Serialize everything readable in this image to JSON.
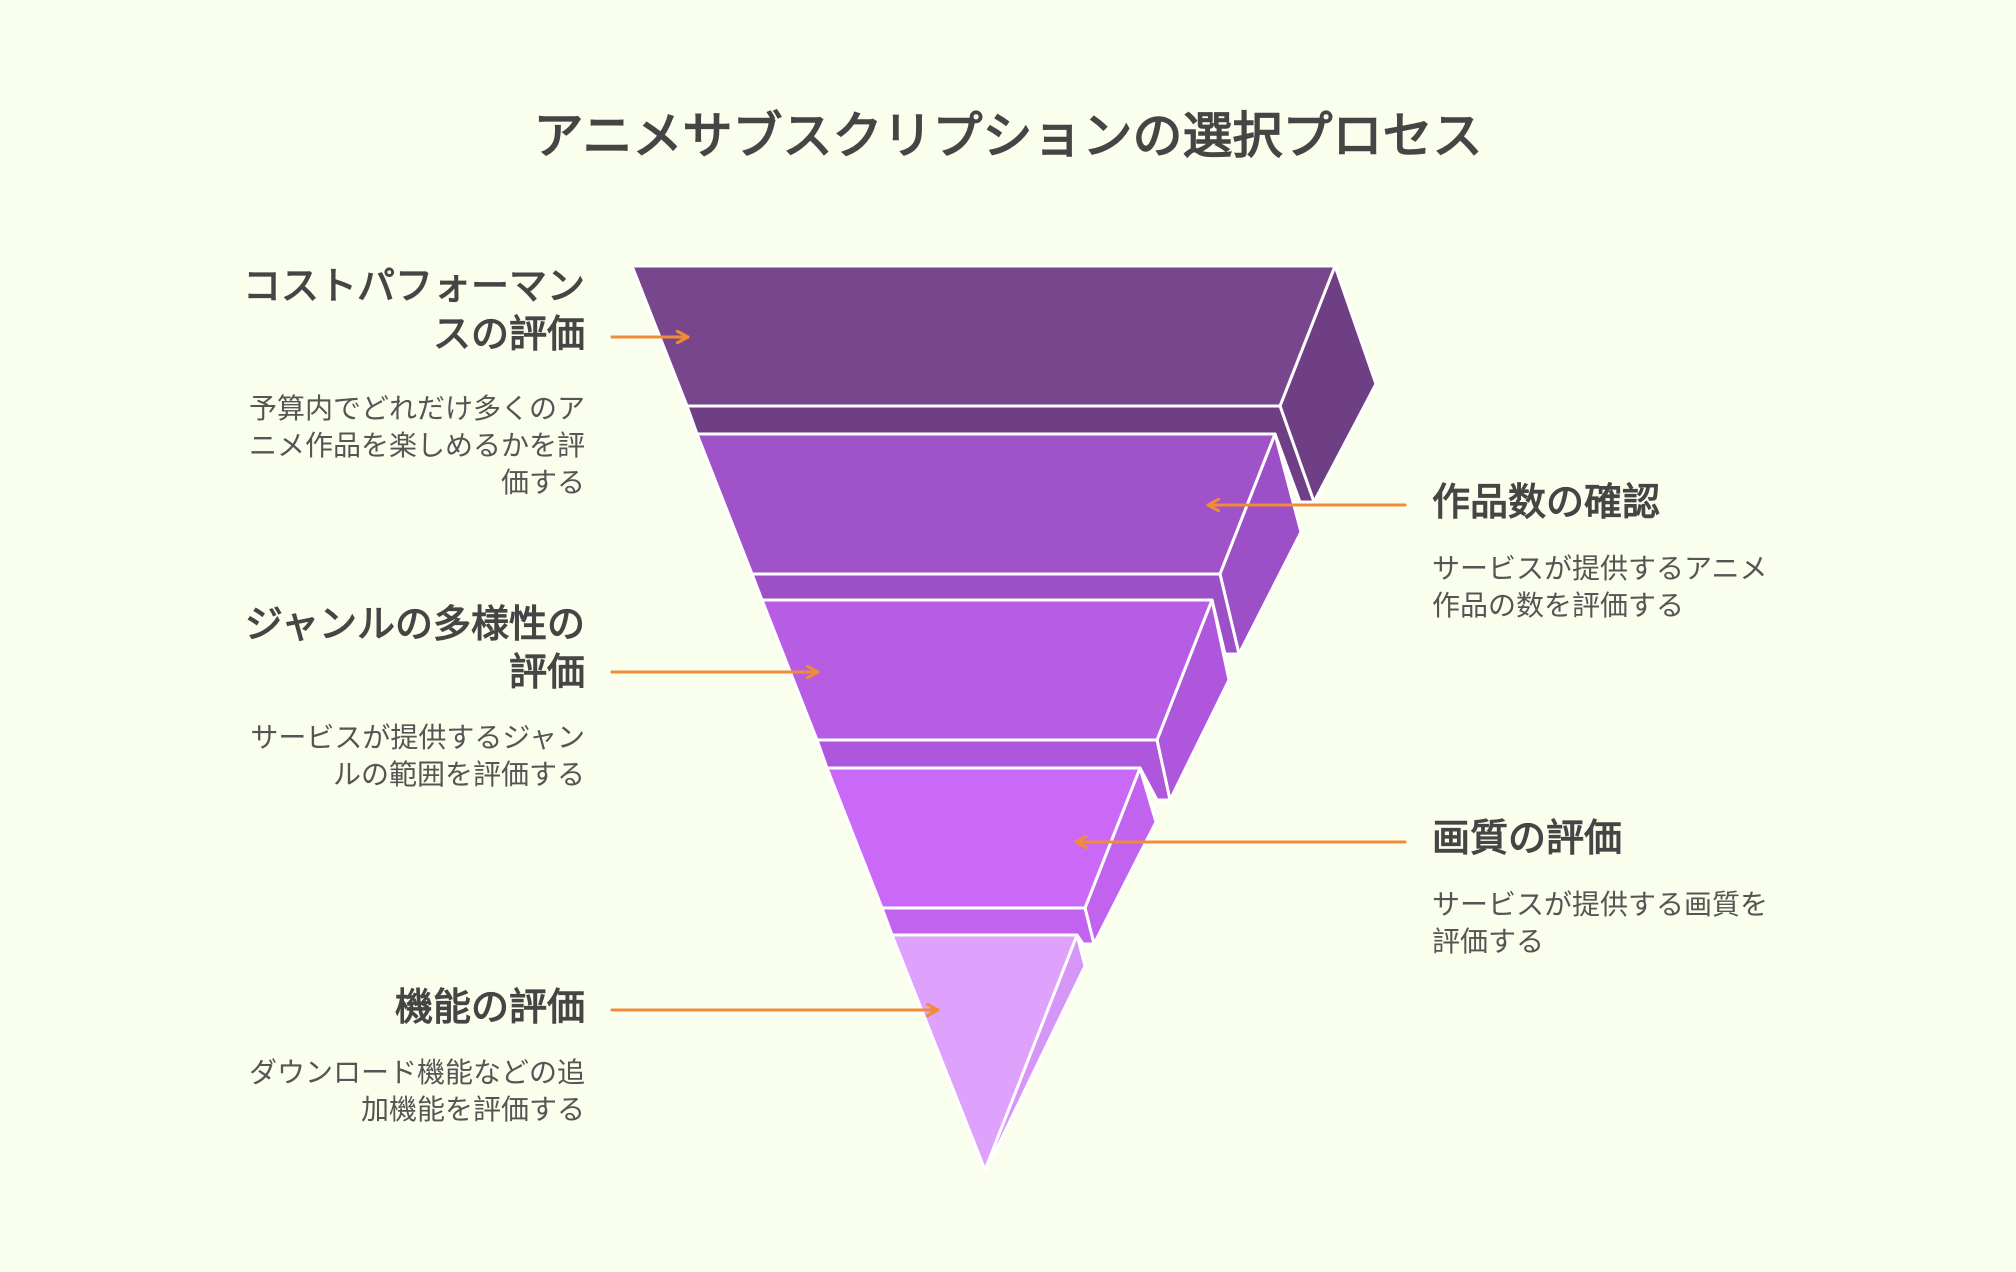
{
  "title": "アニメサブスクリプションの選択プロセス",
  "colors": {
    "background": "#FAFEEC",
    "arrow": "#F08C38",
    "text": "#454545",
    "layers": [
      {
        "front": "#77468D",
        "side": "#6E3F85"
      },
      {
        "front": "#A053C9",
        "side": "#9C4FC6"
      },
      {
        "front": "#B65DE4",
        "side": "#AE57DC"
      },
      {
        "front": "#CA69F8",
        "side": "#C263F0"
      },
      {
        "front": "#DEA2FC",
        "side": "#D596F8"
      }
    ]
  },
  "steps": [
    {
      "heading": "コストパフォーマンスの評価",
      "heading_lines": [
        "コストパフォーマン",
        "スの評価"
      ],
      "description_lines": [
        "予算内でどれだけ多くのア",
        "ニメ作品を楽しめるかを評",
        "価する"
      ],
      "side": "left"
    },
    {
      "heading": "作品数の確認",
      "heading_lines": [
        "作品数の確認"
      ],
      "description_lines": [
        "サービスが提供するアニメ",
        "作品の数を評価する"
      ],
      "side": "right"
    },
    {
      "heading": "ジャンルの多様性の評価",
      "heading_lines": [
        "ジャンルの多様性の",
        "評価"
      ],
      "description_lines": [
        "サービスが提供するジャン",
        "ルの範囲を評価する"
      ],
      "side": "left"
    },
    {
      "heading": "画質の評価",
      "heading_lines": [
        "画質の評価"
      ],
      "description_lines": [
        "サービスが提供する画質を",
        "評価する"
      ],
      "side": "right"
    },
    {
      "heading": "機能の評価",
      "heading_lines": [
        "機能の評価"
      ],
      "description_lines": [
        "ダウンロード機能などの追",
        "加機能を評価する"
      ],
      "side": "left"
    }
  ]
}
